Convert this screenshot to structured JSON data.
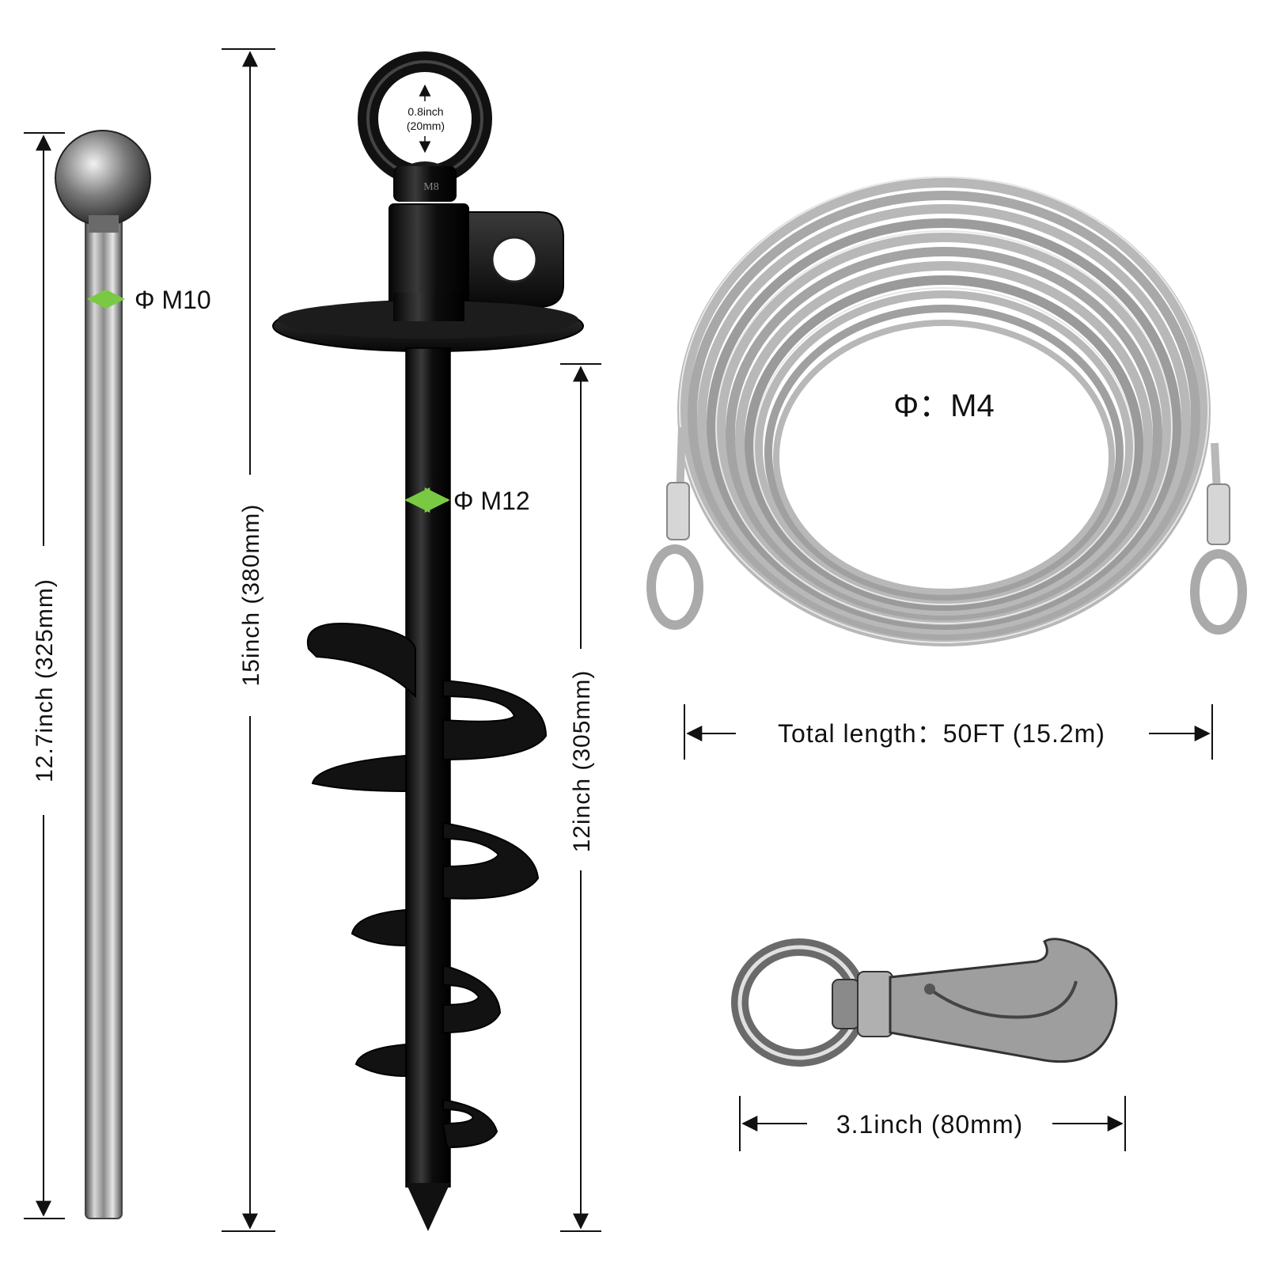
{
  "labels": {
    "rod_length": "12.7inch (325mm)",
    "rod_diameter": "Φ M10",
    "stake_total_length": "15inch (380mm)",
    "eye_inner_inch": "0.8inch",
    "eye_inner_mm": "(20mm)",
    "eye_bolt_mark": "M8",
    "stake_diameter": "Φ M12",
    "auger_length": "12inch (305mm)",
    "cable_diameter": "Φ：M4",
    "cable_total_length": "Total length：50FT (15.2m)",
    "hook_length": "3.1inch (80mm)"
  },
  "colors": {
    "background": "#ffffff",
    "dimension_line": "#111111",
    "diameter_arrow": "#7ac943",
    "stake_black": "#151515",
    "steel": "#9a9a9a",
    "cable": "#b8b8b8"
  },
  "icons": {
    "rod": "ball-head-rod-icon",
    "stake": "spiral-ground-stake-icon",
    "cable": "coiled-steel-cable-icon",
    "hook": "swivel-snap-hook-icon"
  }
}
